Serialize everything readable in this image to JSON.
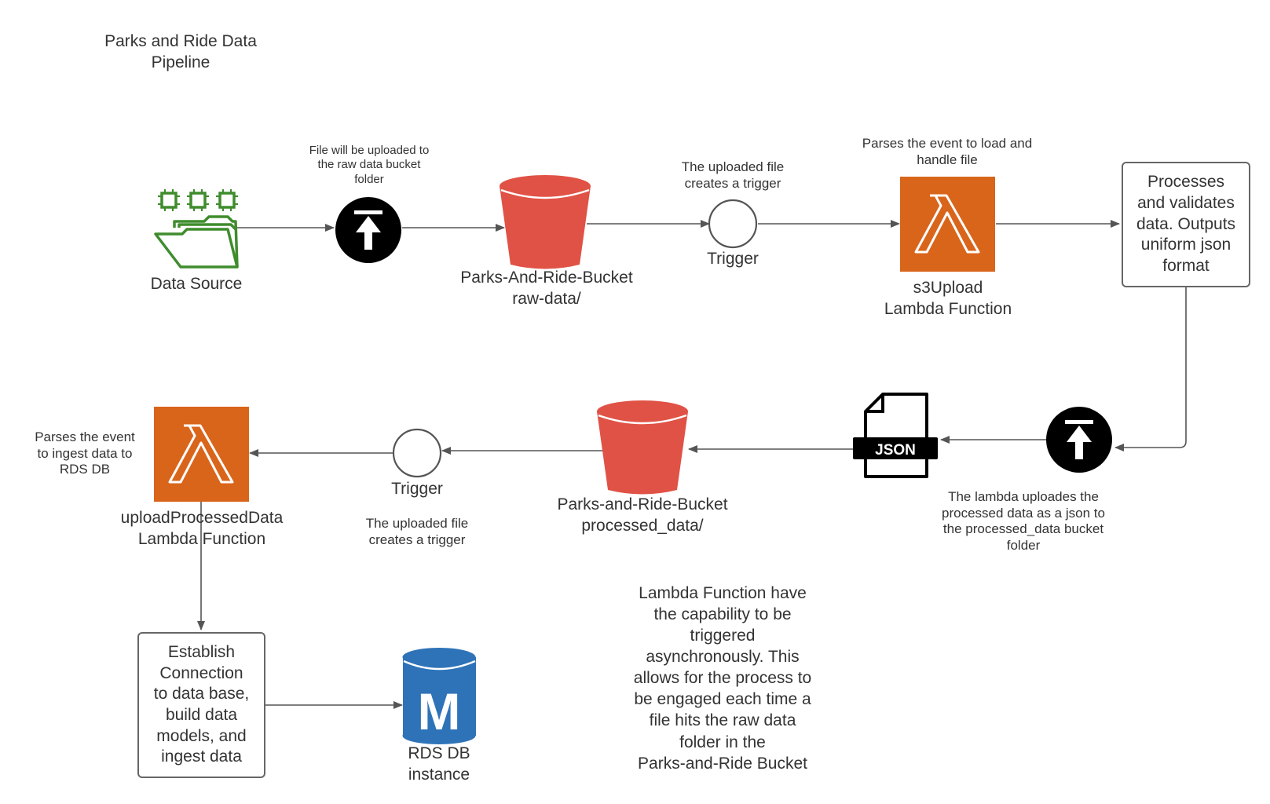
{
  "title": "Parks and Ride Data\nPipeline",
  "colors": {
    "lambda": "#d9651b",
    "bucket": "#e05245",
    "rds": "#2e73b8",
    "datasource": "#3f8c2d",
    "edge": "#555555"
  },
  "icons": {
    "data_source": "folder-with-chips-icon",
    "upload": "upload-arrow-icon",
    "bucket": "s3-bucket-icon",
    "lambda": "lambda-icon",
    "json": "json-file-icon",
    "rds": "rds-mysql-icon",
    "trigger": "trigger-circle-icon"
  },
  "nodes": {
    "data_source": "Data Source",
    "raw_bucket": "Parks-And-Ride-Bucket\nraw-data/",
    "trigger1": "Trigger",
    "s3upload": "s3Upload\nLambda Function",
    "process_box": "Processes\nand validates\ndata. Outputs\nuniform json\nformat",
    "json_label": "JSON",
    "processed_bucket": "Parks-and-Ride-Bucket\nprocessed_data/",
    "trigger2": "Trigger",
    "upload_processed": "uploadProcessedData\nLambda Function",
    "establish_box": "Establish\nConnection\nto data base,\nbuild data\nmodels, and\ningest data",
    "rds": "RDS DB\ninstance",
    "rds_letter": "M"
  },
  "annotations": {
    "upload_raw": "File will be uploaded to\nthe raw data bucket\nfolder",
    "trigger1": "The uploaded file\ncreates a trigger",
    "parse_event": "Parses the event to load and\nhandle file",
    "lambda_upload": "The lambda uploades the\nprocessed data as a json to\nthe processed_data bucket\nfolder",
    "trigger2": "The uploaded file\ncreates a trigger",
    "parse_ingest": "Parses the event\nto ingest data to\nRDS DB",
    "note": "Lambda Function have\nthe capability to be\ntriggered\nasynchronously. This\nallows for the process to\nbe engaged each time a\nfile hits the raw data\nfolder in the\nParks-and-Ride Bucket"
  }
}
